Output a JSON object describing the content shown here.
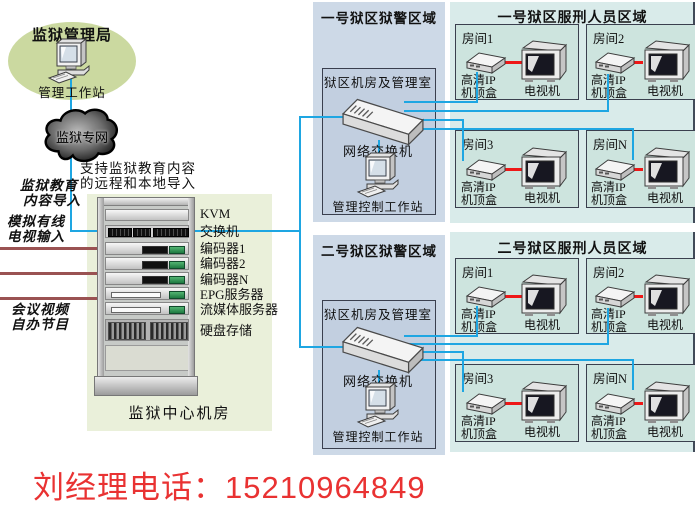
{
  "hq": {
    "title": "监狱管理局",
    "workstation": "管理工作站"
  },
  "cloud": {
    "label": "监狱专网"
  },
  "import_note": {
    "line1": "支持监狱教育内容",
    "line2": "的远程和本地导入"
  },
  "left_inputs": {
    "edu": {
      "line1": "监狱教育",
      "line2": "内容导入"
    },
    "catv": {
      "line1": "模拟有线",
      "line2": "电视输入"
    },
    "conf": {
      "line1": "会议视频",
      "line2": "自办节目"
    }
  },
  "center_room": {
    "label": "监狱中心机房",
    "units": [
      "KVM",
      "交换机",
      "编码器1",
      "编码器2",
      "编码器N",
      "EPG服务器",
      "流媒体服务器",
      "硬盘存储"
    ]
  },
  "guard_area_1": {
    "title": "一号狱区狱警区域",
    "room_title": "狱区机房及管理室",
    "switch": "网络交换机",
    "workstation": "管理控制工作站"
  },
  "guard_area_2": {
    "title": "二号狱区狱警区域",
    "room_title": "狱区机房及管理室",
    "switch": "网络交换机",
    "workstation": "管理控制工作站"
  },
  "inmate_area_1": {
    "title": "一号狱区服刑人员区域",
    "rooms": [
      "房间1",
      "房间2",
      "房间3",
      "房间N"
    ]
  },
  "inmate_area_2": {
    "title": "二号狱区服刑人员区域",
    "rooms": [
      "房间1",
      "房间2",
      "房间3",
      "房间N"
    ]
  },
  "room_device_labels": {
    "stb_line1": "高清IP",
    "stb_line2": "机顶盒",
    "tv": "电视机"
  },
  "footer": {
    "contact": "刘经理电话：15210964849"
  },
  "colors": {
    "cyan_line": "#1ea6e2",
    "red_line": "#ee1717",
    "dark_red_line": "#9a5252",
    "guard_area_bg": "#cdd9e7",
    "equipment_room_bg": "#c2cfe0",
    "inmate_area_bg": "#d9ebea",
    "room_bg": "#cde4de",
    "hq_ellipse_bg": "#cbd9a0",
    "center_panel_bg": "#eaf0da",
    "contact_red": "#e93232"
  }
}
